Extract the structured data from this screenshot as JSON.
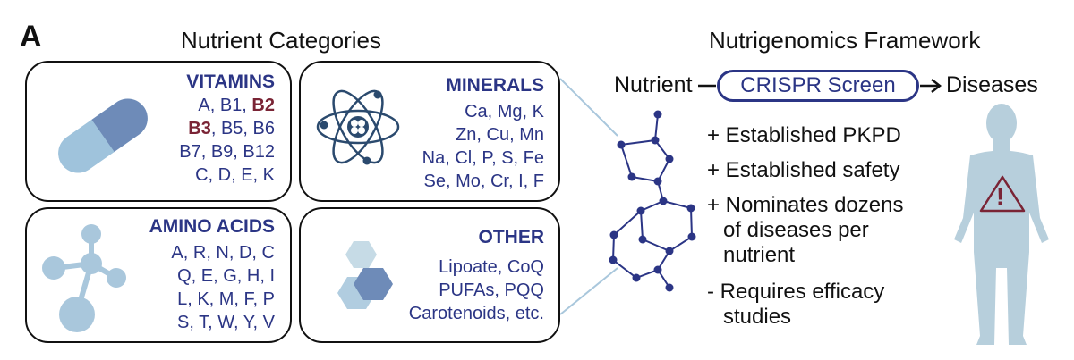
{
  "panel_label": "A",
  "left_heading": "Nutrient Categories",
  "right_heading": "Nutrigenomics Framework",
  "categories": {
    "vitamins": {
      "title": "VITAMINS",
      "line1": [
        "A, B1, ",
        "B2"
      ],
      "line2": [
        "B3",
        ", B5, B6"
      ],
      "line3": "B7, B9, B12",
      "line4": "C, D, E, K"
    },
    "minerals": {
      "title": "MINERALS",
      "lines": [
        "Ca, Mg, K",
        "Zn, Cu, Mn",
        "Na, Cl, P, S, Fe",
        "Se, Mo, Cr, I, F"
      ]
    },
    "amino_acids": {
      "title": "AMINO ACIDS",
      "lines": [
        "A, R, N, D, C",
        "Q, E, G, H, I",
        "L, K, M, F, P",
        "S, T, W, Y, V"
      ]
    },
    "other": {
      "title": "OTHER",
      "lines": [
        "Lipoate, CoQ",
        "PUFAs, PQQ",
        "Carotenoids, etc."
      ]
    }
  },
  "flow": {
    "input": "Nutrient",
    "method": "CRISPR Screen",
    "output": "Diseases"
  },
  "bullets": [
    "+ Established PKPD",
    "+ Established safety",
    "+ Nominates dozens",
    "of diseases per",
    "nutrient",
    "- Requires efficacy",
    "studies"
  ],
  "warning_symbol": "!",
  "icons": [
    "pill-icon",
    "atom-icon",
    "molecule-icon",
    "hexagon-cluster-icon",
    "chemical-structure-icon",
    "human-silhouette-icon",
    "warning-triangle-icon"
  ],
  "colors": {
    "accent": "#2b3585",
    "highlight": "#7a2435",
    "light_blue": "#a9c7dc",
    "body_fill": "#b7cfdc"
  }
}
